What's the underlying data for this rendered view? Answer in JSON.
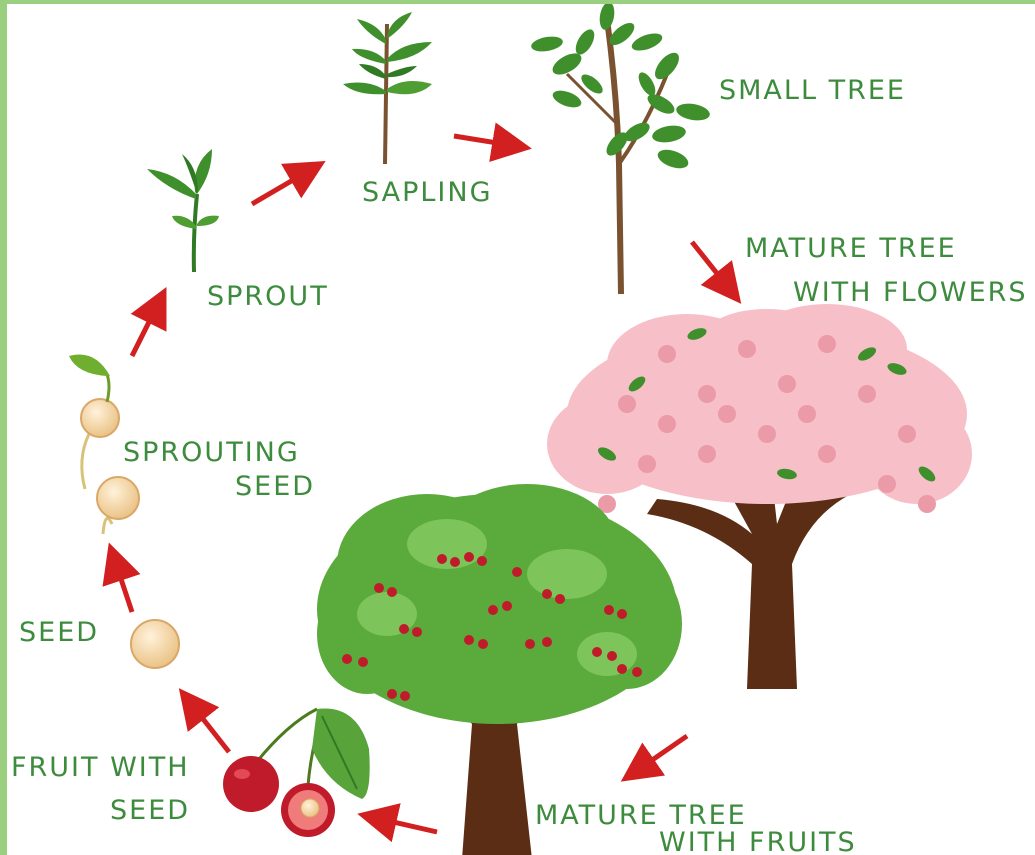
{
  "diagram": {
    "colors": {
      "label_text": "#3d8b3d",
      "arrow": "#d21f1f",
      "leaf": "#3f8f2c",
      "canopy_green": "#5aaa3c",
      "blossom_pink": "#f7c0c8",
      "trunk": "#5a2d14",
      "seed": "#f4d7a6",
      "cherry": "#c01b2b",
      "frame": "#9bcf80"
    },
    "stages": {
      "seed": {
        "label": "SEED",
        "icon": "seed-icon"
      },
      "sprouting_seed": {
        "label_line1": "SPROUTING",
        "label_line2": "SEED",
        "icon": "sprouting-seed-icon"
      },
      "sprout": {
        "label": "SPROUT",
        "icon": "sprout-icon"
      },
      "sapling": {
        "label": "SAPLING",
        "icon": "sapling-icon"
      },
      "small_tree": {
        "label": "SMALL TREE",
        "icon": "small-tree-icon"
      },
      "mature_flowers": {
        "label_line1": "MATURE TREE",
        "label_line2": "WITH FLOWERS",
        "icon": "flowering-tree-icon"
      },
      "mature_fruits": {
        "label_line1": "MATURE TREE",
        "label_line2": "WITH FRUITS",
        "icon": "fruiting-tree-icon"
      },
      "fruit_with_seed": {
        "label_line1": "FRUIT WITH",
        "label_line2": "SEED",
        "icon": "cherry-icon"
      }
    }
  }
}
